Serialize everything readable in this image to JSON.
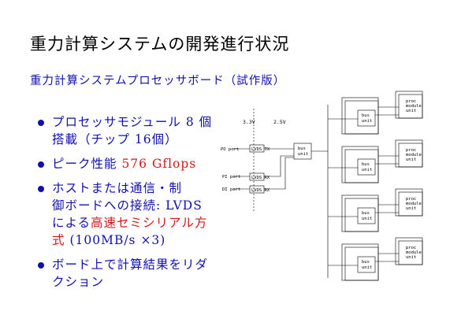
{
  "title": "重力計算システムの開発進行状況",
  "subtitle": "重力計算システムプロセッサボード（試作版）",
  "bullets": [
    {
      "lines": [
        "プロセッサモジュール 8 個",
        "搭載（チップ 16個）"
      ]
    },
    {
      "text": "ピーク性能 ",
      "highlight": "576 Gflops"
    },
    {
      "lines": [
        "ホストまたは通信・制",
        "御ボードへの接続: LVDS"
      ],
      "prefix": "による",
      "highlight": "高速セミシリアル方",
      "suffix_line": "式",
      "suffix": " (100MB/s ×3)"
    },
    {
      "lines": [
        "ボード上で計算結果をリダ",
        "クション"
      ]
    }
  ],
  "diagram": {
    "voltage_left": "3.3V",
    "voltage_right": "2.5V",
    "ports": [
      "PO port",
      "PI port",
      "DI port"
    ],
    "lvds_labels": [
      "LVDS TX",
      "LVDS RX",
      "LVDS RX"
    ],
    "bus_label": [
      "bus",
      "unit"
    ],
    "module_label": [
      "proc",
      "module",
      "unit"
    ],
    "module_count": 4
  }
}
